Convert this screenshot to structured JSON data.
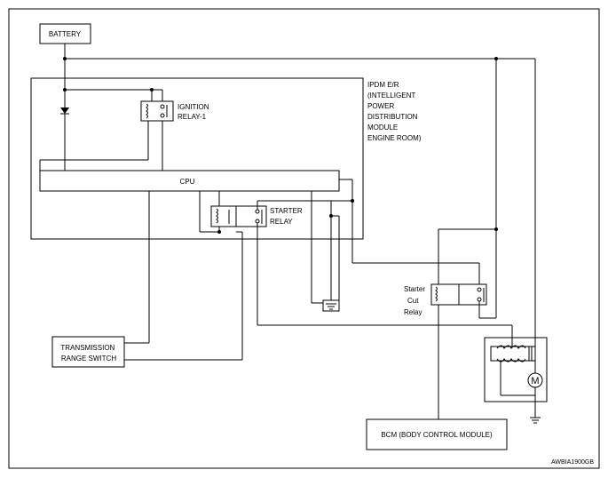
{
  "labels": {
    "battery": "BATTERY",
    "ipdm": [
      "IPDM E/R",
      "(INTELLIGENT",
      "POWER",
      "DISTRIBUTION",
      "MODULE",
      "ENGINE ROOM)"
    ],
    "ignition_relay": [
      "IGNITION",
      "RELAY-1"
    ],
    "cpu": "CPU",
    "starter_relay": [
      "STARTER",
      "RELAY"
    ],
    "starter_cut_relay": [
      "Starter",
      "Cut",
      "Relay"
    ],
    "transmission_range_switch": [
      "TRANSMISSION",
      "RANGE SWITCH"
    ],
    "bcm": "BCM (BODY CONTROL MODULE)",
    "motor_symbol": "M",
    "figure_code": "AWBIA1900GB"
  }
}
